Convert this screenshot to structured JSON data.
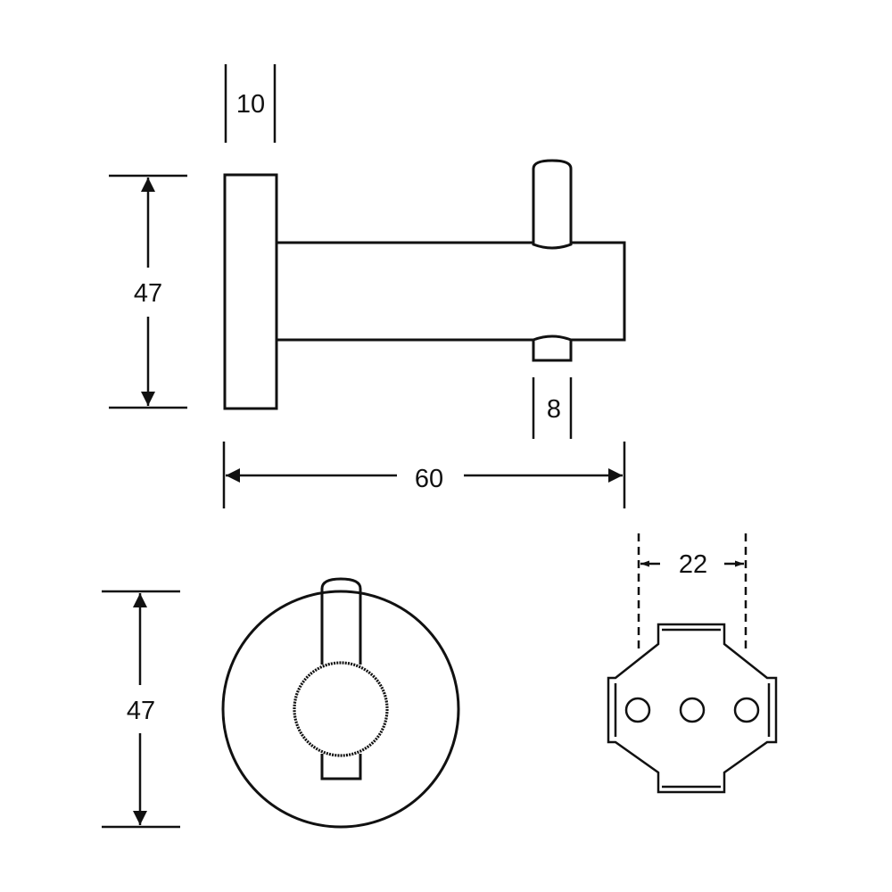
{
  "dimensions": {
    "flange_thickness": "10",
    "side_height": "47",
    "peg_diameter": "8",
    "overall_depth": "60",
    "front_diameter": "47",
    "plate_hole_spacing": "22"
  },
  "colors": {
    "line": "#111111",
    "background": "#ffffff"
  }
}
